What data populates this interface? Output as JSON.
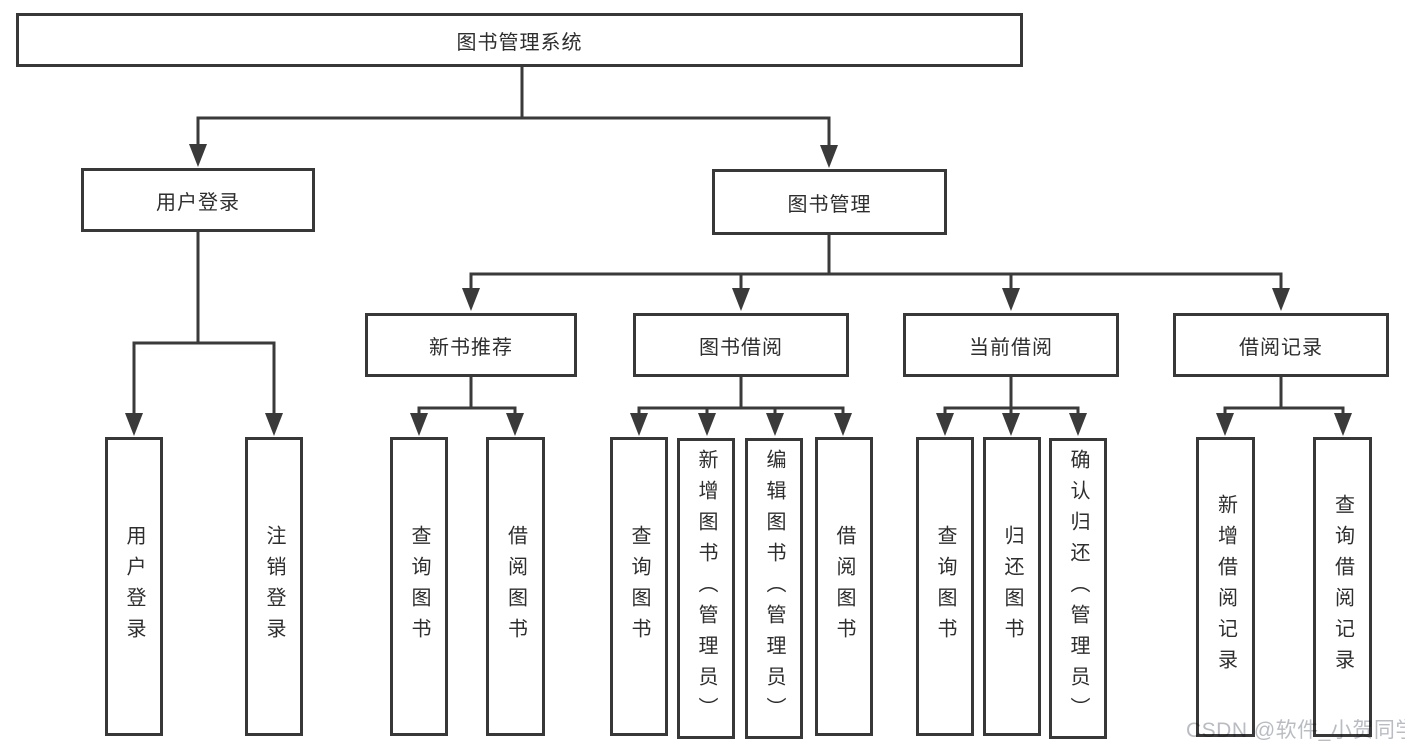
{
  "page": {
    "background_color": "#ffffff",
    "line_color": "#3a3a3a",
    "box_border_color": "#383838",
    "box_fill_color": "#ffffff",
    "text_color": "#2e2e2e",
    "watermark_color": "#b9bdc3"
  },
  "watermark": {
    "text": "CSDN @软件_小贺同学"
  },
  "tree": {
    "root": {
      "label": "图书管理系统",
      "children": [
        {
          "label": "用户登录",
          "children": [
            {
              "label": "用户登录"
            },
            {
              "label": "注销登录"
            }
          ]
        },
        {
          "label": "图书管理",
          "children": [
            {
              "label": "新书推荐",
              "children": [
                {
                  "label": "查询图书"
                },
                {
                  "label": "借阅图书"
                }
              ]
            },
            {
              "label": "图书借阅",
              "children": [
                {
                  "label": "查询图书"
                },
                {
                  "label": "新增图书（管理员）"
                },
                {
                  "label": "编辑图书（管理员）"
                },
                {
                  "label": "借阅图书"
                }
              ]
            },
            {
              "label": "当前借阅",
              "children": [
                {
                  "label": "查询图书"
                },
                {
                  "label": "归还图书"
                },
                {
                  "label": "确认归还（管理员）"
                }
              ]
            },
            {
              "label": "借阅记录",
              "children": [
                {
                  "label": "新增借阅记录"
                },
                {
                  "label": "查询借阅记录"
                }
              ]
            }
          ]
        }
      ]
    }
  }
}
